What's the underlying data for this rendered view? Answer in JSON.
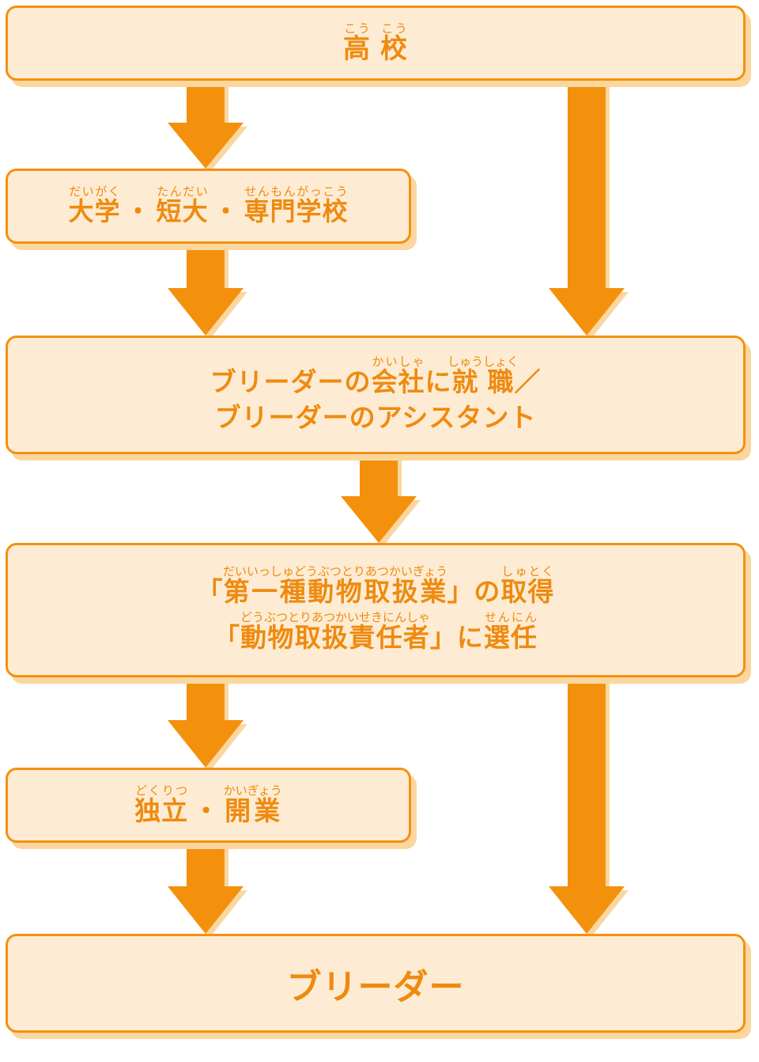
{
  "colors": {
    "arrow": "#f39111",
    "box_fill": "#fdecd3",
    "box_border": "#f39111",
    "box_shadow": "#fbd7a0",
    "text": "#ef8a10"
  },
  "high_school": {
    "word1": "高",
    "word1_ruby": "こう",
    "word2": "校",
    "word2_ruby": "こう"
  },
  "university": {
    "word1": "大学",
    "word1_ruby": "だいがく",
    "sep1": "・",
    "word2": "短大",
    "word2_ruby": "たんだい",
    "sep2": "・",
    "word3": "専門学校",
    "word3_ruby": "せんもんがっこう"
  },
  "company": {
    "line1_prefix": "ブリーダーの",
    "line1_word1": "会社",
    "line1_word1_ruby": "かいしゃ",
    "line1_mid": "に",
    "line1_word2": "就職",
    "line1_word2_ruby": "しゅうしょく",
    "line1_suffix": "／",
    "line2": "ブリーダーのアシスタント"
  },
  "license": {
    "line1_open": "「",
    "line1_word1": "第一種動物取扱業",
    "line1_word1_ruby": "だいいっしゅどうぶつとりあつかいぎょう",
    "line1_close": "」の",
    "line1_word2": "取得",
    "line1_word2_ruby": "しゅとく",
    "line2_open": "「",
    "line2_word1": "動物取扱責任者",
    "line2_word1_ruby": "どうぶつとりあつかいせきにんしゃ",
    "line2_close": "」に",
    "line2_word2": "選任",
    "line2_word2_ruby": "せんにん"
  },
  "independence": {
    "word1": "独立",
    "word1_ruby": "どくりつ",
    "sep": "・",
    "word2": "開業",
    "word2_ruby": "かいぎょう"
  },
  "breeder": {
    "label": "ブリーダー"
  }
}
